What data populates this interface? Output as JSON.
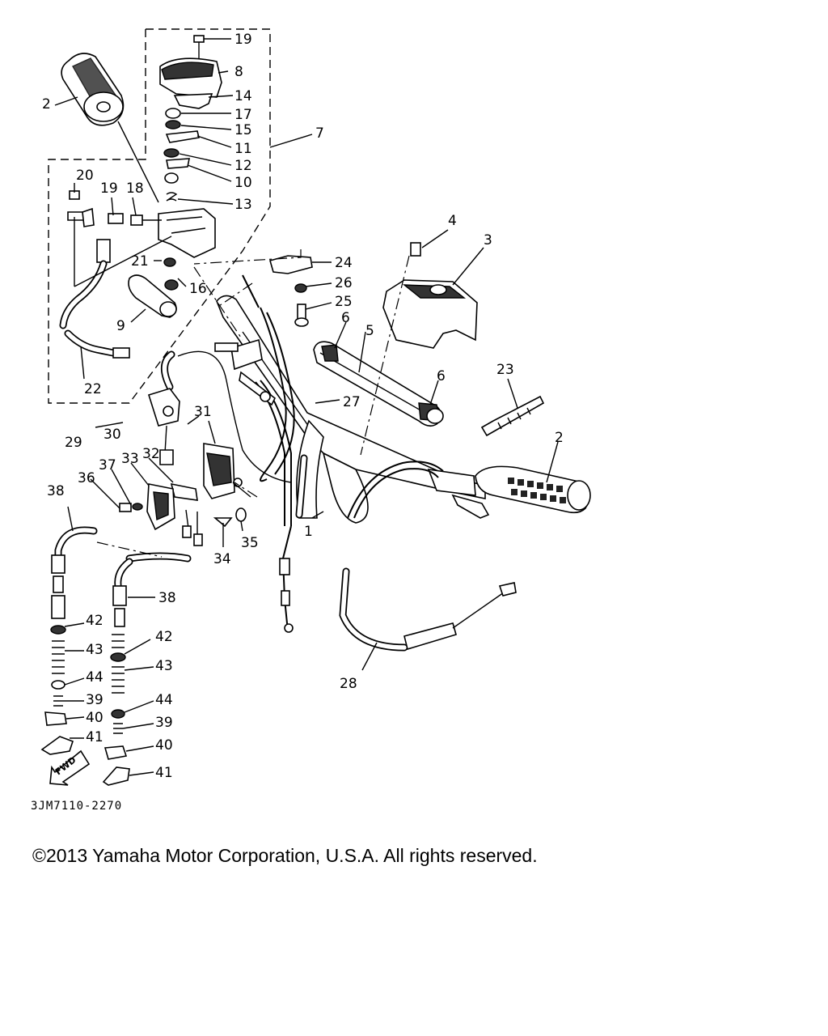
{
  "diagram": {
    "reference_code": "3JM7110-2270",
    "copyright": "©2013 Yamaha Motor Corporation, U.S.A. All rights reserved.",
    "direction_label": "FWD",
    "callouts": [
      "19",
      "8",
      "14",
      "17",
      "15",
      "11",
      "12",
      "10",
      "13",
      "7",
      "20",
      "19",
      "18",
      "21",
      "16",
      "9",
      "22",
      "4",
      "3",
      "24",
      "26",
      "25",
      "6",
      "5",
      "6",
      "23",
      "27",
      "2",
      "2",
      "29",
      "30",
      "31",
      "32",
      "33",
      "37",
      "36",
      "38",
      "34",
      "35",
      "1",
      "38",
      "42",
      "43",
      "44",
      "39",
      "40",
      "41",
      "42",
      "43",
      "44",
      "39",
      "40",
      "41",
      "28"
    ]
  }
}
